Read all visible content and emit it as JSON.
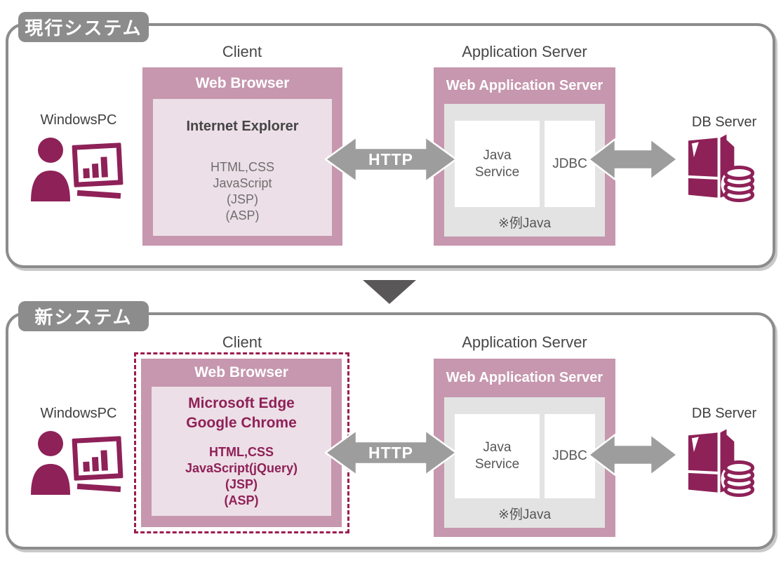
{
  "diagram_title": "Current vs New web system architecture",
  "colors": {
    "panel_border": "#8c8c8c",
    "label_bg": "#8c8c8c",
    "box_pink": "#c697ae",
    "box_pink_light": "#eddfe7",
    "box_gray": "#e3e3e3",
    "arrow_gray": "#9d9d9d",
    "accent_maroon": "#8e2158",
    "dashed_border": "#9c1d4e",
    "transition_triangle": "#595757"
  },
  "panels": {
    "current": {
      "label": "現行システム",
      "pc_label": "WindowsPC",
      "client_title": "Client",
      "browser_header": "Web Browser",
      "browser_names": [
        "Internet Explorer"
      ],
      "tech_lines": [
        "HTML,CSS",
        "JavaScript",
        "(JSP)",
        "(ASP)"
      ],
      "http_label": "HTTP",
      "app_title": "Application Server",
      "app_header": "Web Application Server",
      "java_service_label": "Java Service",
      "jdbc_label": "JDBC",
      "app_note": "※例Java",
      "db_label": "DB Server"
    },
    "new": {
      "label": "新システム",
      "pc_label": "WindowsPC",
      "client_title": "Client",
      "browser_header": "Web Browser",
      "browser_names": [
        "Microsoft Edge",
        "Google Chrome"
      ],
      "tech_lines": [
        "HTML,CSS",
        "JavaScript(jQuery)",
        "(JSP)",
        "(ASP)"
      ],
      "http_label": "HTTP",
      "app_title": "Application Server",
      "app_header": "Web Application Server",
      "java_service_label": "Java Service",
      "jdbc_label": "JDBC",
      "app_note": "※例Java",
      "db_label": "DB Server"
    }
  }
}
